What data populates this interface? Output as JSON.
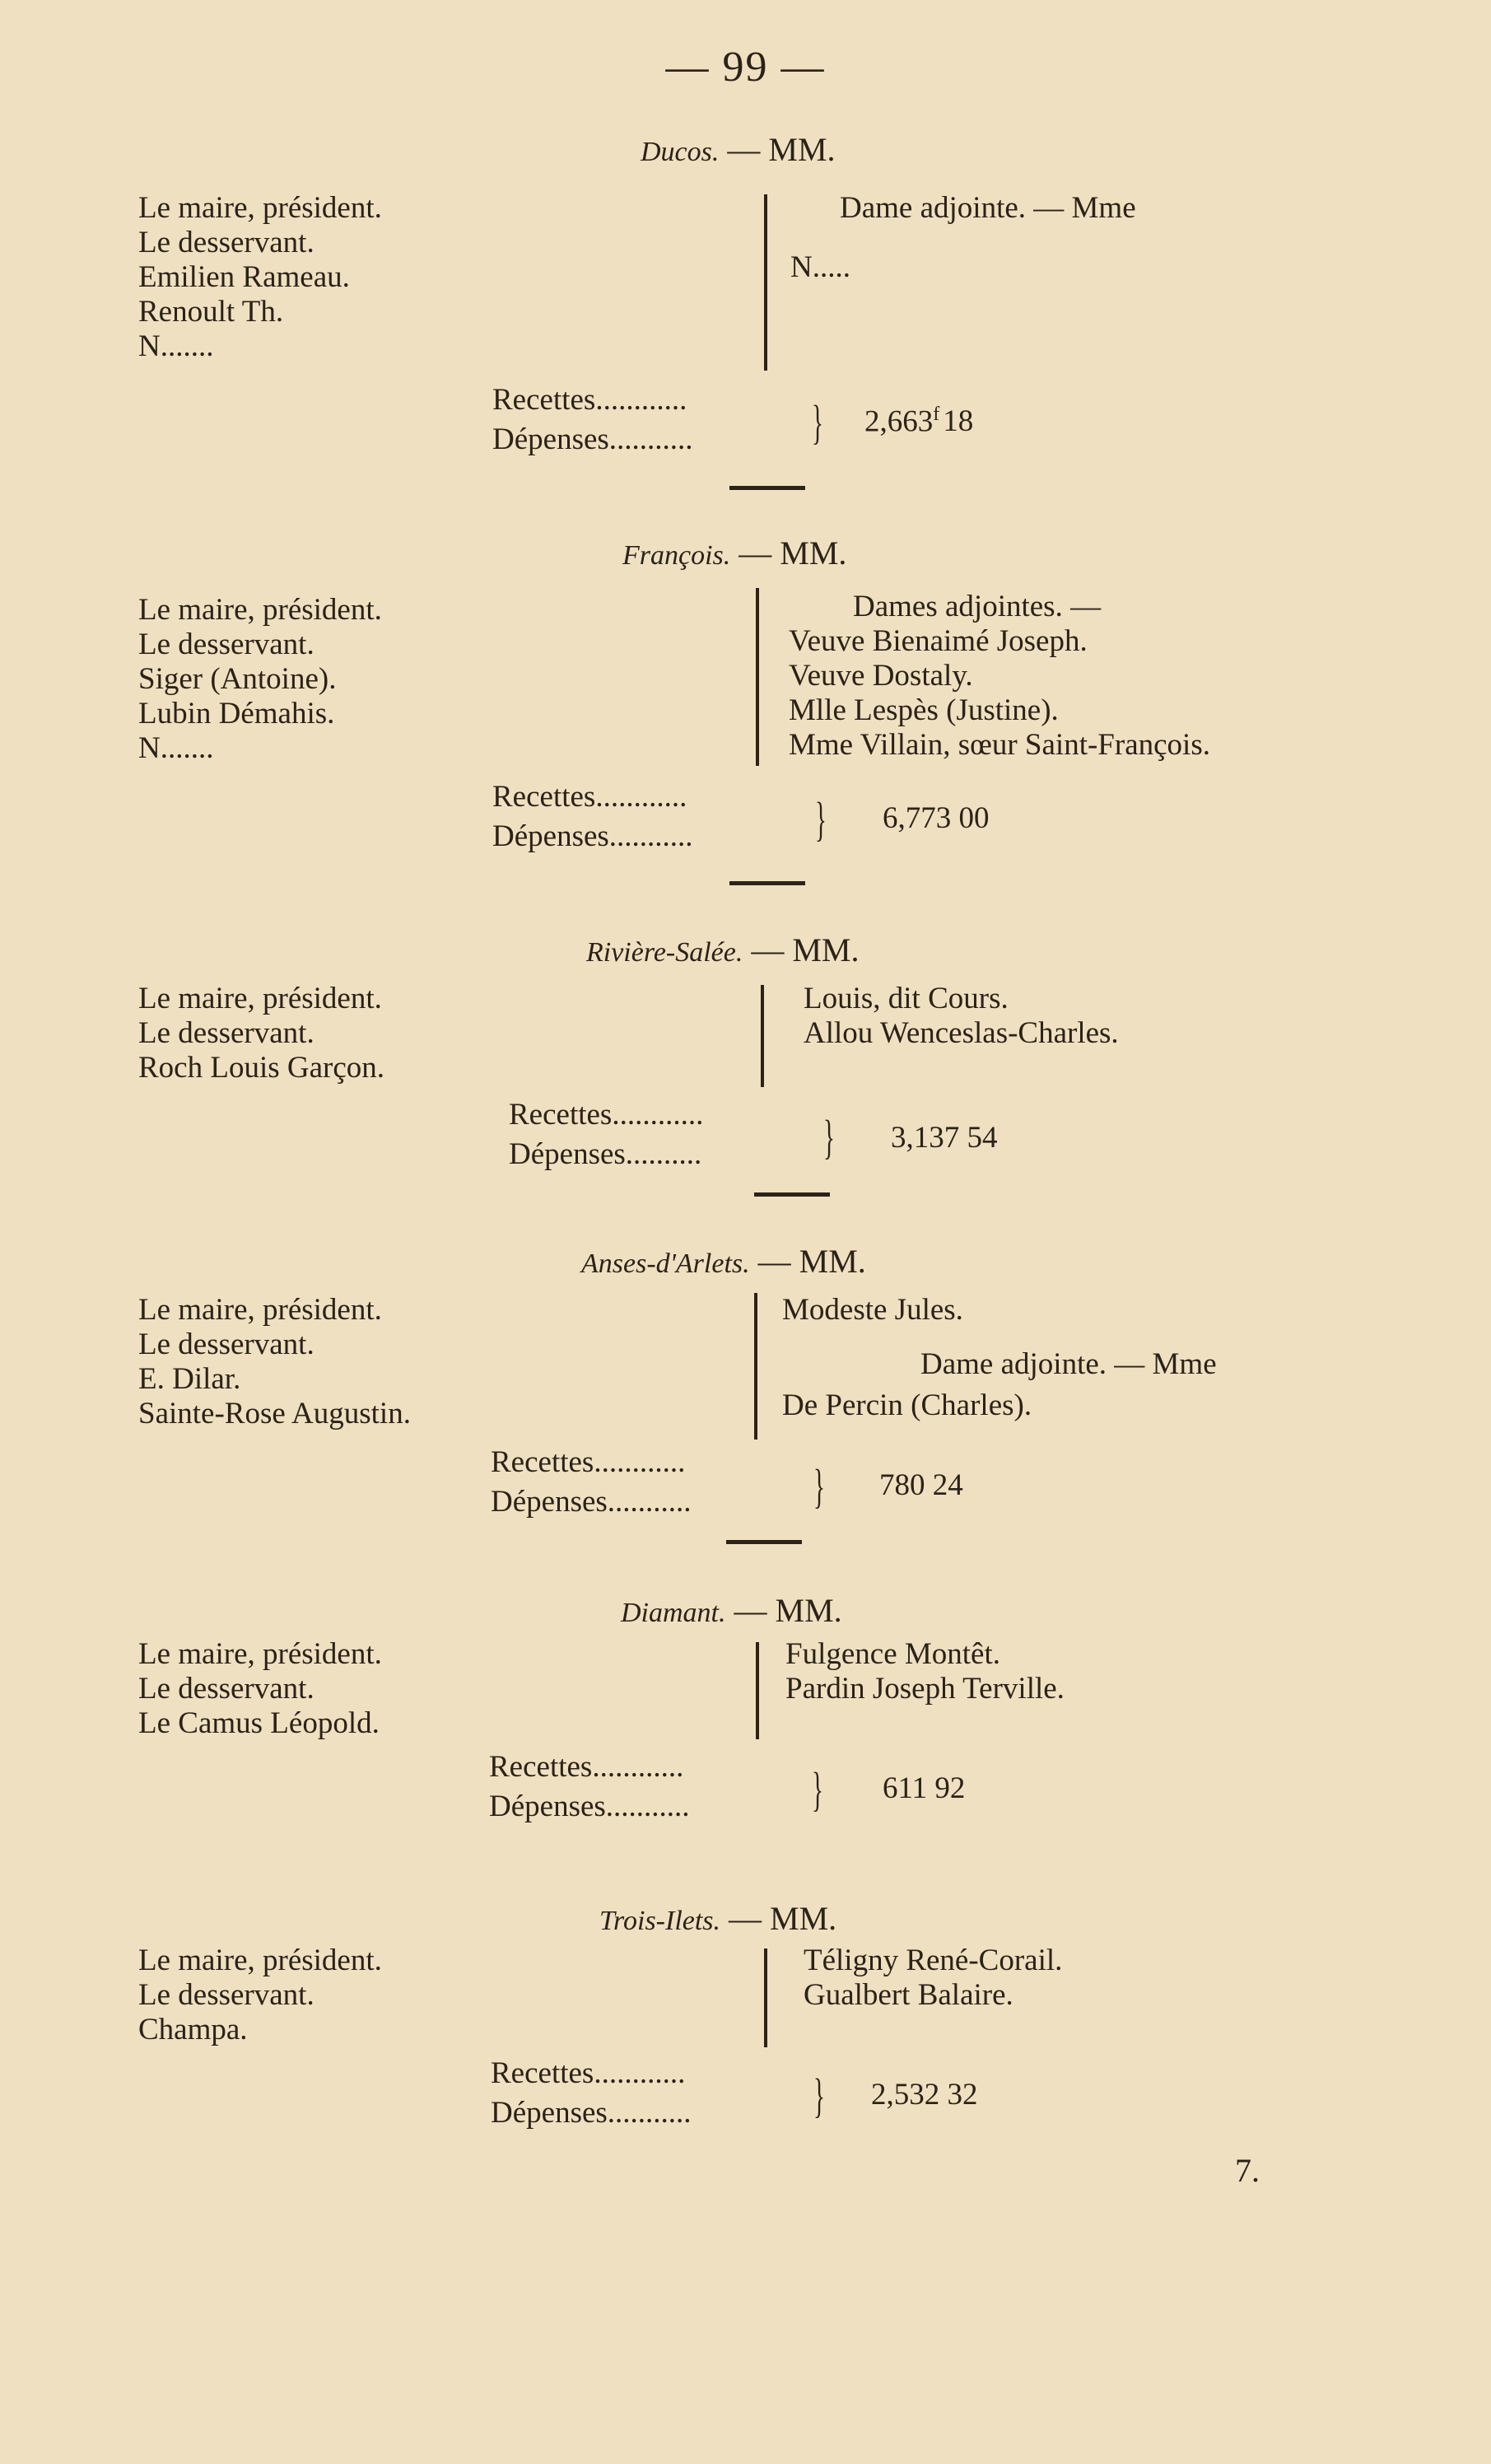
{
  "page_number": "— 99 —",
  "footer_mark": "7.",
  "sections": [
    {
      "place": "Ducos.",
      "mm": "— MM.",
      "left": [
        "Le maire, président.",
        "Le desservant.",
        "Emilien Rameau.",
        "Renoult Th.",
        "N......."
      ],
      "right": [
        "Dame adjointe. — Mme",
        "N....."
      ],
      "recettes": "Recettes............",
      "depenses": "Dépenses...........",
      "amount": "2,663",
      "amount_unit": "f",
      "amount_cents": "18"
    },
    {
      "place": "François.",
      "mm": "— MM.",
      "left": [
        "Le maire, président.",
        "Le desservant.",
        "Siger (Antoine).",
        "Lubin Démahis.",
        "N......."
      ],
      "right": [
        "Dames adjointes. —",
        "Veuve Bienaimé Joseph.",
        "Veuve Dostaly.",
        "Mlle Lespès (Justine).",
        "Mme Villain, sœur Saint-François."
      ],
      "recettes": "Recettes............",
      "depenses": "Dépenses...........",
      "amount": "6,773 00"
    },
    {
      "place": "Rivière-Salée.",
      "mm": "— MM.",
      "left": [
        "Le maire, président.",
        "Le desservant.",
        "Roch Louis Garçon."
      ],
      "right": [
        "Louis, dit Cours.",
        "Allou Wenceslas-Charles."
      ],
      "recettes": "Recettes............",
      "depenses": "Dépenses..........",
      "amount": "3,137 54"
    },
    {
      "place": "Anses-d'Arlets.",
      "mm": "— MM.",
      "left": [
        "Le maire, président.",
        "Le desservant.",
        "E. Dilar.",
        "Sainte-Rose Augustin."
      ],
      "right": [
        "Modeste Jules.",
        "Dame adjointe. — Mme",
        "De Percin (Charles)."
      ],
      "recettes": "Recettes............",
      "depenses": "Dépenses...........",
      "amount": "780 24"
    },
    {
      "place": "Diamant.",
      "mm": "— MM.",
      "left": [
        "Le maire, président.",
        "Le desservant.",
        "Le Camus Léopold."
      ],
      "right": [
        "Fulgence Montêt.",
        "Pardin Joseph Terville."
      ],
      "recettes": "Recettes............",
      "depenses": "Dépenses...........",
      "amount": "611 92"
    },
    {
      "place": "Trois-Ilets.",
      "mm": "— MM.",
      "left": [
        "Le maire, président.",
        "Le desservant.",
        "Champa."
      ],
      "right": [
        "Téligny René-Corail.",
        "Gualbert Balaire."
      ],
      "recettes": "Recettes............",
      "depenses": "Dépenses...........",
      "amount": "2,532 32"
    }
  ]
}
